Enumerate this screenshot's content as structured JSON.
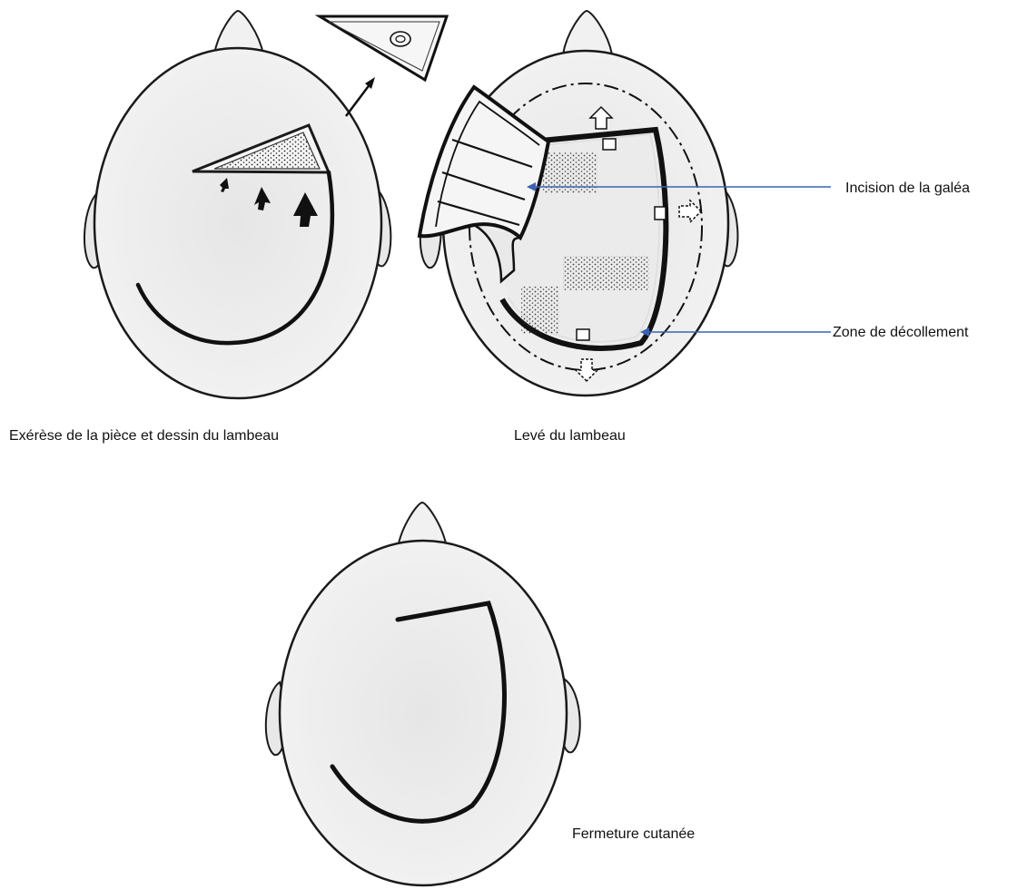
{
  "figure": {
    "captions": {
      "excision": "Exérèse de la pièce et dessin du lambeau",
      "flap_raised": "Levé du lambeau",
      "closure": "Fermeture cutanée"
    },
    "callouts": {
      "galea_incision": "Incision de la galéa",
      "undermining_zone": "Zone de décollement"
    },
    "colors": {
      "skin": "#f1f1f1",
      "outline": "#1a1a1a",
      "callout_line": "#3a62b5"
    }
  }
}
